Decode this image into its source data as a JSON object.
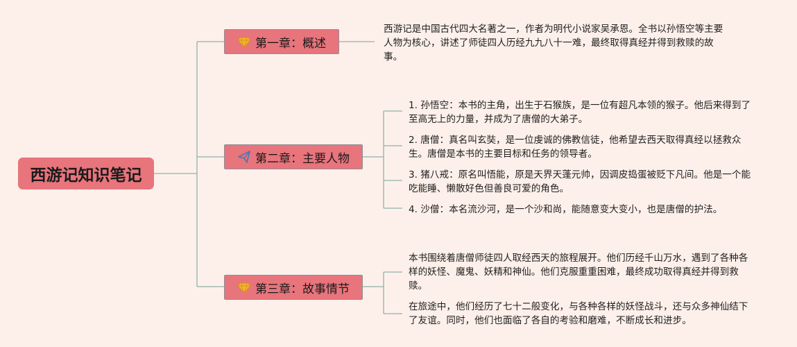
{
  "root": {
    "title": "西游记知识笔记"
  },
  "chapters": [
    {
      "label": "第一章：概述",
      "icon": "diamond-icon",
      "items": [
        "西游记是中国古代四大名著之一，作者为明代小说家吴承恩。全书以孙悟空等主要人物为核心，讲述了师徒四人历经九九八十一难，最终取得真经并得到救赎的故事。"
      ]
    },
    {
      "label": "第二章：主要人物",
      "icon": "paper-plane-icon",
      "items": [
        "1. 孙悟空：本书的主角，出生于石猴族，是一位有超凡本领的猴子。他后来得到了至高无上的力量，并成为了唐僧的大弟子。",
        "2. 唐僧：真名叫玄奘，是一位虔诚的佛教信徒，他希望去西天取得真经以拯救众生。唐僧是本书的主要目标和任务的领导者。",
        "3. 猪八戒：原名叫悟能，原是天界天蓬元帅，因调皮捣蛋被贬下凡间。他是一个能吃能睡、懒散好色但善良可爱的角色。",
        "4. 沙僧：本名流沙河，是一个沙和尚，能随意变大变小，也是唐僧的护法。"
      ]
    },
    {
      "label": "第三章：故事情节",
      "icon": "diamond-icon",
      "items": [
        "本书围绕着唐僧师徒四人取经西天的旅程展开。他们历经千山万水，遇到了各种各样的妖怪、魔鬼、妖精和神仙。他们克服重重困难，最终成功取得真经并得到救赎。",
        "在旅途中，他们经历了七十二般变化，与各种各样的妖怪战斗，还与众多神仙结下了友谊。同时，他们也面临了各自的考验和磨难，不断成长和进步。"
      ]
    }
  ],
  "colors": {
    "background": "#fdf0ea",
    "node_fill": "#e8747c",
    "connector": "#8fb3a6",
    "diamond": "#f2b632",
    "plane": "#4a76b8"
  }
}
